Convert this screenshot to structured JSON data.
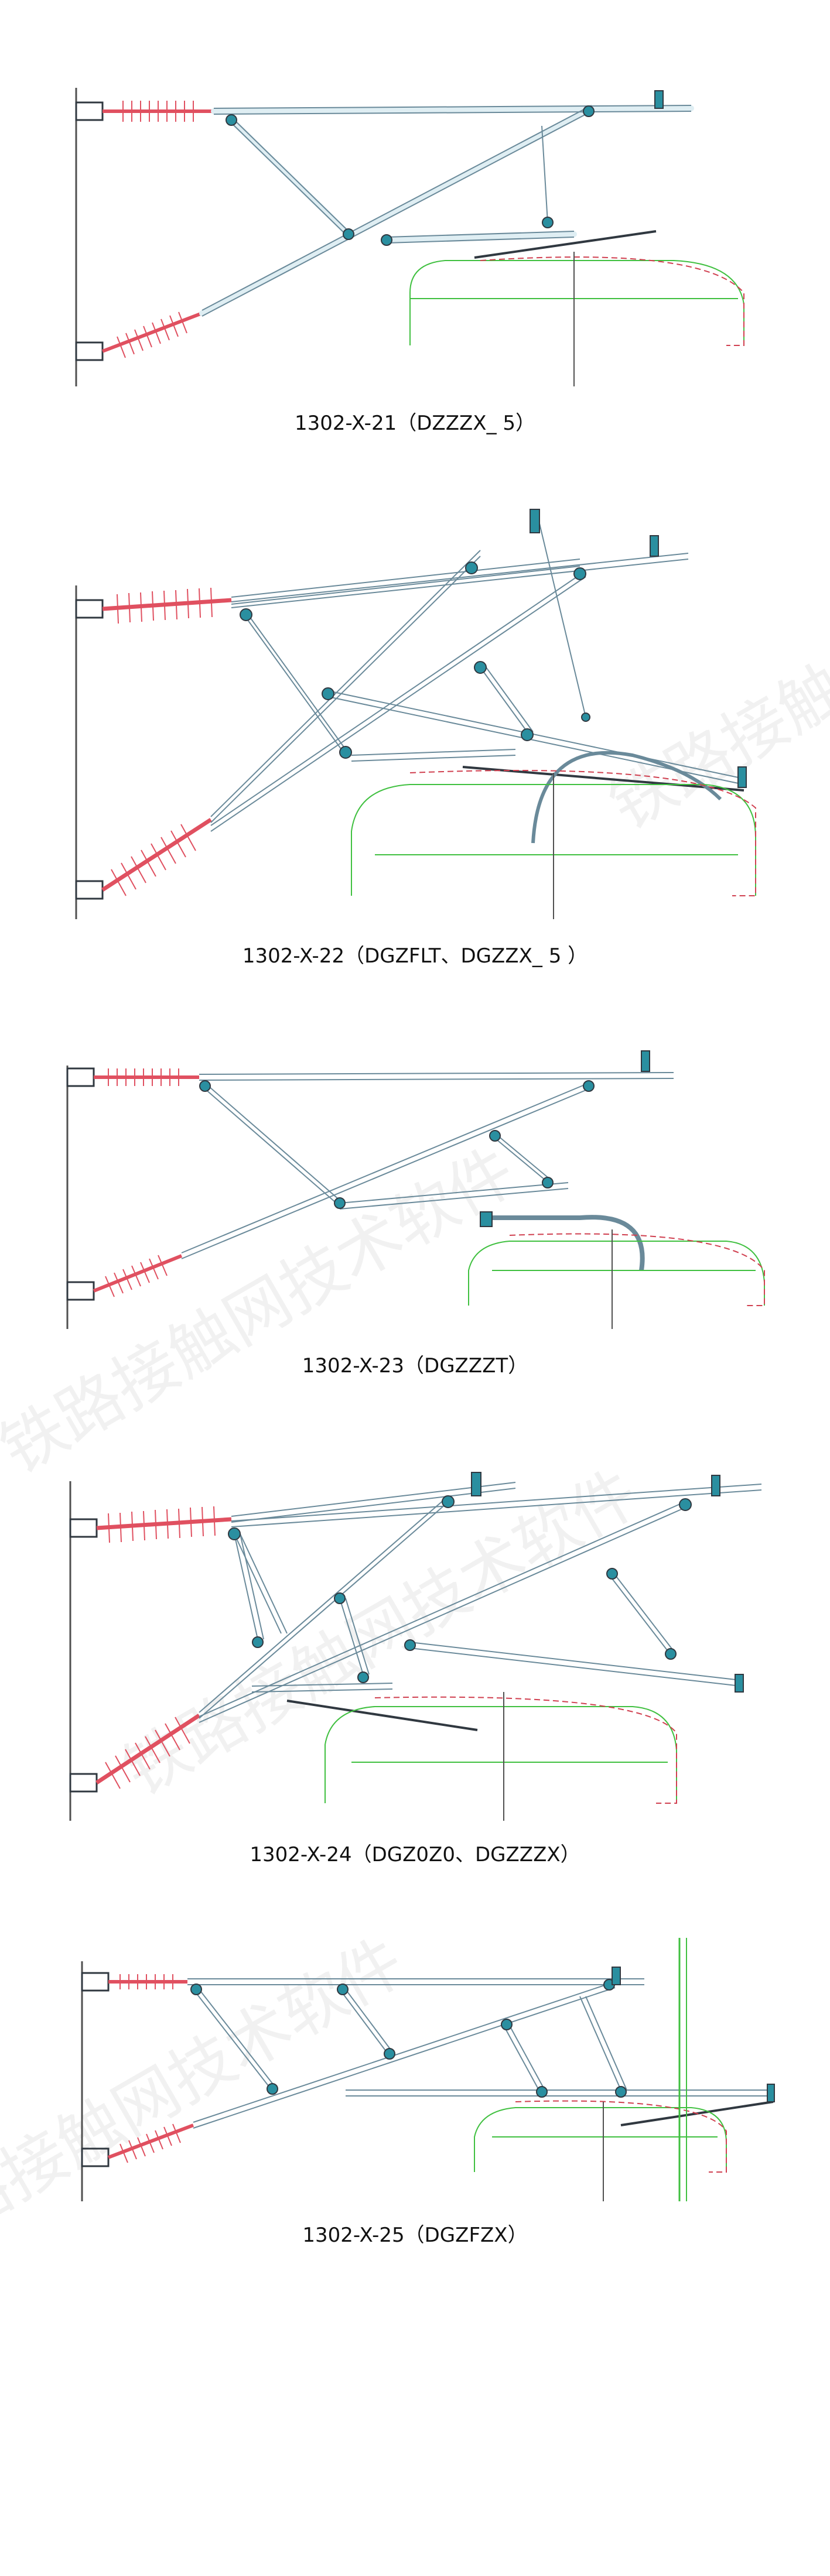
{
  "watermark": "铁路接触网技术软件",
  "colors": {
    "insulator": "#e05060",
    "tube": "#6a8a9a",
    "tube_fill": "#dfeef3",
    "fitting": "#2a8fa0",
    "fitting_dark": "#303840",
    "clearance_green": "#40c040",
    "clearance_red": "#d04050",
    "mast": "#505050"
  },
  "figures": [
    {
      "id": "1302-X-21",
      "caption": "1302-X-21（DZZZX_ 5）"
    },
    {
      "id": "1302-X-22",
      "caption": "1302-X-22（DGZFLT、DGZZX_ 5 ）"
    },
    {
      "id": "1302-X-23",
      "caption": "1302-X-23（DGZZZT）"
    },
    {
      "id": "1302-X-24",
      "caption": "1302-X-24（DGZ0Z0、DGZZZX）"
    },
    {
      "id": "1302-X-25",
      "caption": "1302-X-25（DGZFZX）"
    }
  ]
}
